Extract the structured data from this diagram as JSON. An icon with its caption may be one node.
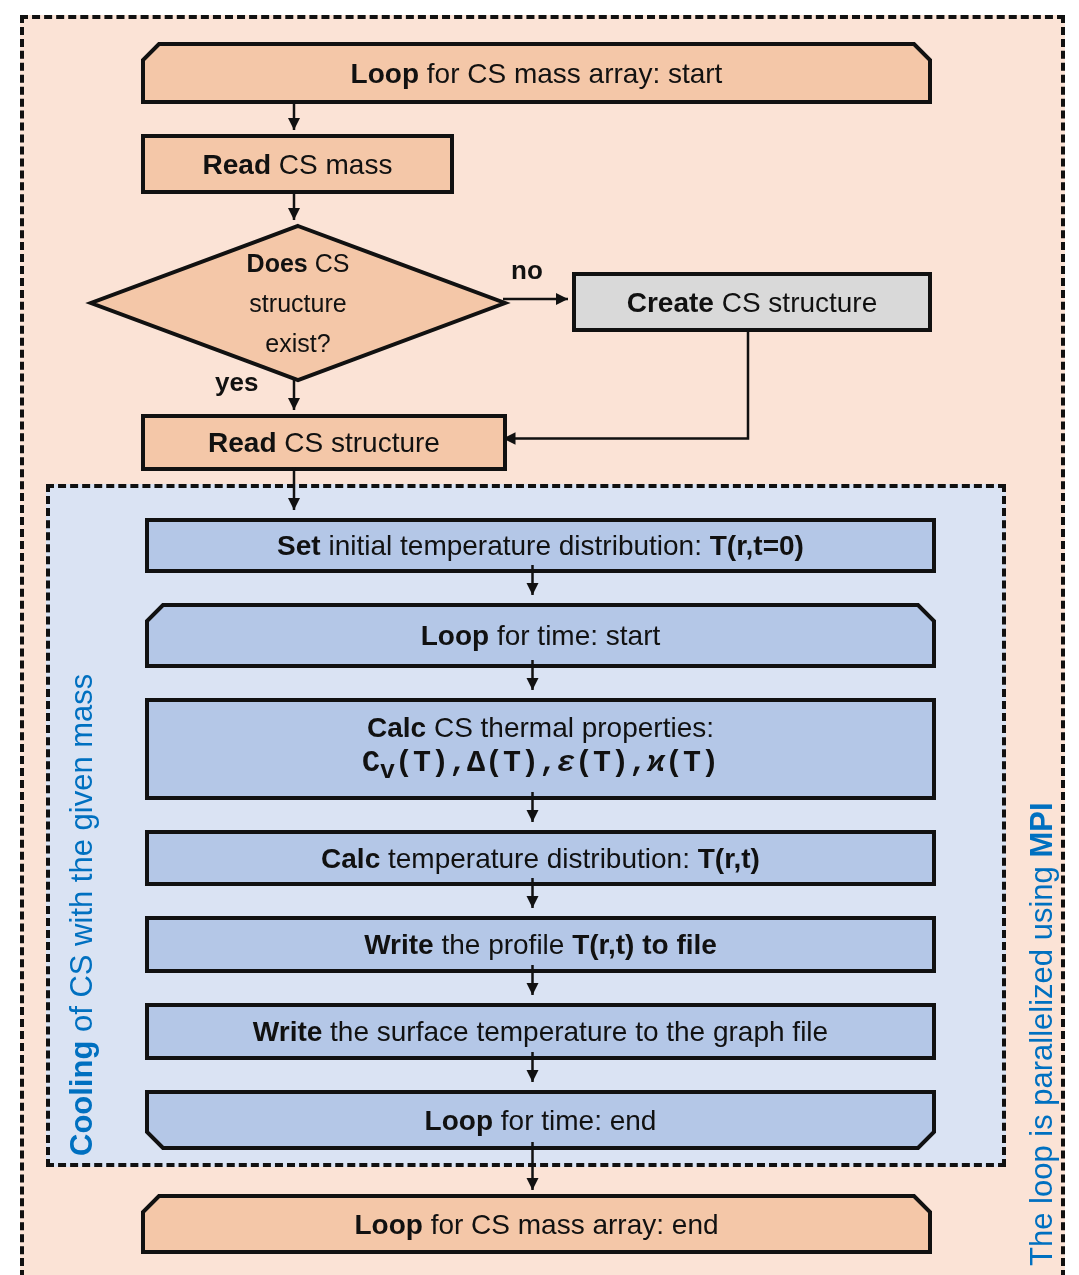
{
  "diagram": {
    "nodes": [
      {
        "text": [
          "The loop is parallelized using **MPI**"
        ]
      },
      {
        "text": [
          "**Loop** for CS mass array: start"
        ],
        "in": 0
      },
      {
        "text": [
          "**Read** CS mass"
        ],
        "in": 0
      },
      {
        "text": [
          "**Does** CS structure exist?"
        ],
        "in": 0
      },
      {
        "text": [
          "**Create** CS structure"
        ],
        "in": 0
      },
      {
        "text": [
          "**Read** CS structure"
        ],
        "in": 0
      },
      {
        "text": [
          "**Cooling** of CS with the given mass"
        ],
        "in": 0
      },
      {
        "text": [
          "**Set** initial temperature distribution: **T(r,t=0)**"
        ],
        "in": 6
      },
      {
        "text": [
          "**Loop** for time: start"
        ],
        "in": 6
      },
      {
        "text": [
          "**Calc** CS thermal properties:",
          "C$_{v}$(T),Δ(T),*ε*(T),*ϰ*(T)"
        ],
        "in": 6
      },
      {
        "text": [
          "**Calc** temperature distribution: **T(r,t)**"
        ],
        "in": 6
      },
      {
        "text": [
          "**Write** the profile **T(r,t) to file**"
        ],
        "in": 6
      },
      {
        "text": [
          "**Write** the surface temperature to the graph file"
        ],
        "in": 6
      },
      {
        "text": [
          "**Loop** for time: end"
        ],
        "in": 6
      },
      {
        "text": [
          "**Loop** for CS mass array: end"
        ],
        "in": 0
      }
    ],
    "edges": [
      {
        "from": 1,
        "to": 2,
        "arrow": "to"
      },
      {
        "from": 2,
        "to": 3,
        "arrow": "to"
      },
      {
        "from": 3,
        "to": 4,
        "arrow": "to",
        "label": "no"
      },
      {
        "from": 3,
        "to": 5,
        "arrow": "to",
        "label": "yes"
      },
      {
        "from": 4,
        "to": 5,
        "arrow": "to"
      },
      {
        "from": 5,
        "to": 7,
        "arrow": "to"
      },
      {
        "from": 7,
        "to": 8,
        "arrow": "to"
      },
      {
        "from": 8,
        "to": 9,
        "arrow": "to"
      },
      {
        "from": 9,
        "to": 10,
        "arrow": "to"
      },
      {
        "from": 10,
        "to": 11,
        "arrow": "to"
      },
      {
        "from": 11,
        "to": 12,
        "arrow": "to"
      },
      {
        "from": 12,
        "to": 13,
        "arrow": "to"
      },
      {
        "from": 13,
        "to": 14,
        "arrow": "to"
      }
    ]
  }
}
